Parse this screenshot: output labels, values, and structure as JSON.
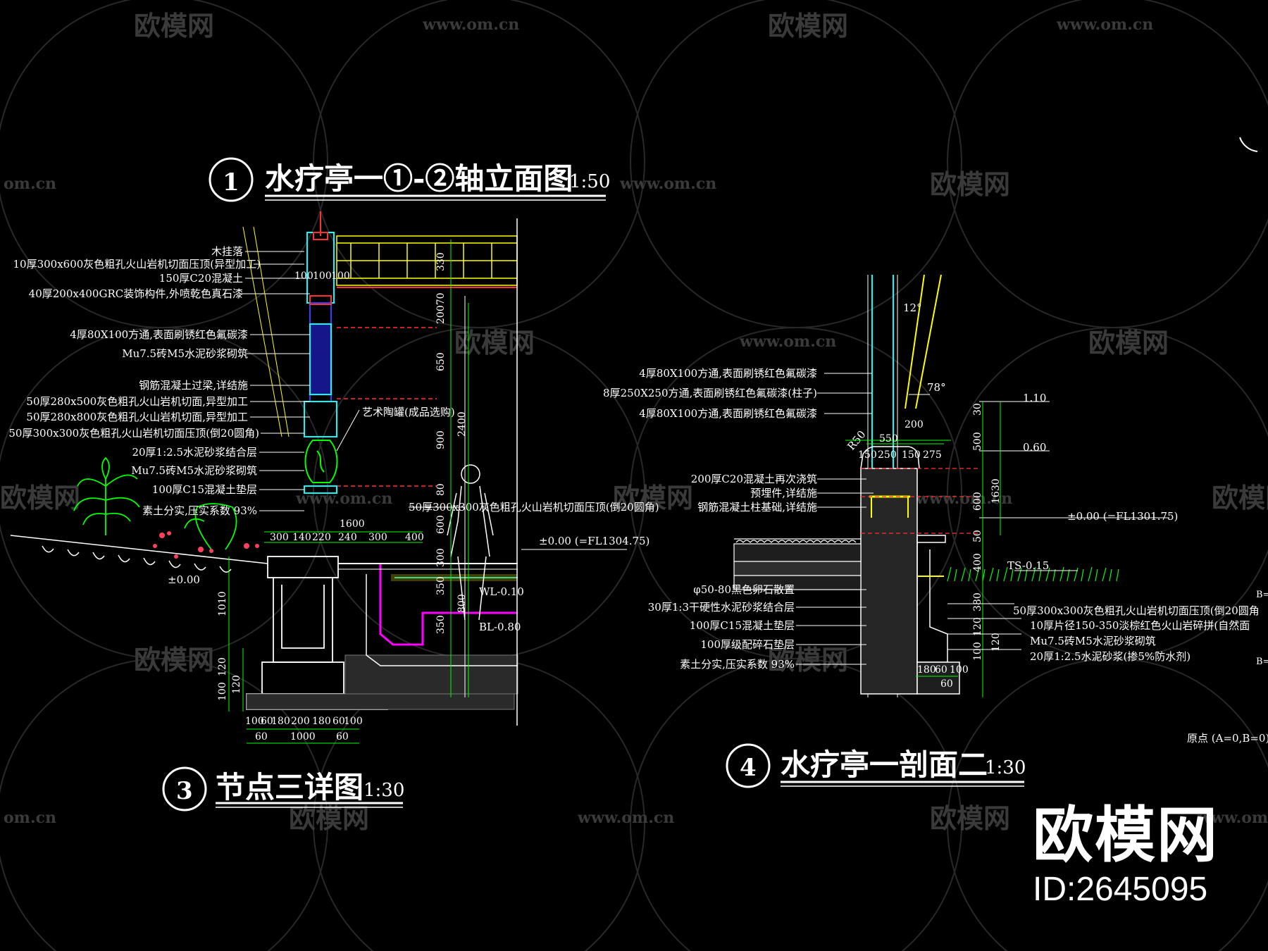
{
  "colors": {
    "background": "#000000",
    "line_white": "#ffffff",
    "line_yellow": "#ffff00",
    "line_cyan": "#00ffff",
    "line_green": "#00ff00",
    "line_red": "#ff3030",
    "line_magenta": "#ff00ff",
    "line_blue": "#3a3aff",
    "watermark": "#5a5a5a"
  },
  "watermark": {
    "logo_text": "欧模网",
    "url": "www.om.cn",
    "short_url": "om.cn"
  },
  "brand": {
    "name": "欧模网",
    "id": "ID:2645095"
  },
  "drawing1": {
    "number": "1",
    "title": "水疗亭一①-②轴立面图",
    "scale": "1:50"
  },
  "drawing3": {
    "number": "3",
    "title": "节点三详图",
    "scale": "1:30",
    "labels": [
      "木挂落",
      "10厚300x600灰色粗孔火山岩机切面压顶(异型加工)",
      "150厚C20混凝土",
      "40厚200x400GRC装饰构件,外喷乾色真石漆",
      "4厚80X100方通,表面刷锈红色氟碳漆",
      "Mu7.5砖M5水泥砂浆砌筑",
      "钢筋混凝土过梁,详结施",
      "50厚280x500灰色粗孔火山岩机切面,异型加工",
      "50厚280x800灰色粗孔火山岩机切面,异型加工",
      "50厚300x300灰色粗孔火山岩机切面压顶(倒20圆角)",
      "20厚1:2.5水泥砂浆结合层",
      "Mu7.5砖M5水泥砂浆砌筑",
      "100厚C15混凝土垫层",
      "素土分实,压实系数 93%"
    ],
    "note_art_jar": "艺术陶罐(成品选购)",
    "note_top_stone": "50厚300x300灰色粗孔火山岩机切面压顶(倒20圆角)",
    "elevation_main": "±0.00 (=FL1304.75)",
    "elevation_ground": "±0.00",
    "elevation_wl": "WL-0.10",
    "elevation_bl": "BL-0.80",
    "dims_vertical": [
      "330",
      "20070",
      "650",
      "900",
      "80",
      "600",
      "300",
      "350",
      "350",
      "2400",
      "800",
      "1010",
      "120",
      "100",
      "120"
    ],
    "dims_top": [
      "100",
      "100",
      "100"
    ],
    "dims_mid_total": "1600",
    "dims_mid": [
      "300",
      "140",
      "220",
      "240",
      "300",
      "400"
    ],
    "dims_bottom": [
      "100",
      "60",
      "180",
      "200",
      "180",
      "60",
      "100"
    ],
    "dims_bottom2": [
      "60",
      "1000",
      "60"
    ]
  },
  "drawing4": {
    "number": "4",
    "title": "水疗亭一剖面二",
    "scale": "1:30",
    "labels_left": [
      "4厚80X100方通,表面刷锈红色氟碳漆",
      "8厚250X250方通,表面刷锈红色氟碳漆(柱子)",
      "4厚80X100方通,表面刷锈红色氟碳漆",
      "200厚C20混凝土再次浇筑",
      "预埋件,详结施",
      "钢筋混凝土柱基础,详结施",
      "φ50-80黑色卵石散置",
      "30厚1:3干硬性水泥砂浆结合层",
      "100厚C15混凝土垫层",
      "100厚级配碎石垫层",
      "素土分实,压实系数 93%"
    ],
    "labels_right": [
      "50厚300x300灰色粗孔火山岩机切面压顶(倒20圆角",
      "10厚片径150-350淡棕红色火山岩碎拼(自然面",
      "Mu7.5砖M5水泥砂浆砌筑",
      "20厚1:2.5水泥砂浆(掺5%防水剂)"
    ],
    "angle_top": "12°",
    "angle_mid": "78°",
    "radius": "R50",
    "elevations": [
      "1.10",
      "0.60",
      "±0.00 (=FL1301.75)",
      "TS-0.15"
    ],
    "dims_horizontal": [
      "200",
      "550",
      "150",
      "250",
      "150",
      "275"
    ],
    "dims_vertical": [
      "30",
      "500",
      "1630",
      "600",
      "50",
      "400",
      "380",
      "120",
      "100",
      "120"
    ],
    "dims_bottom": [
      "180",
      "60",
      "100",
      "60"
    ],
    "origin_note": "原点 (A=0,B=0)",
    "corner_mark_b1": "B=",
    "corner_mark_b2": "B="
  }
}
